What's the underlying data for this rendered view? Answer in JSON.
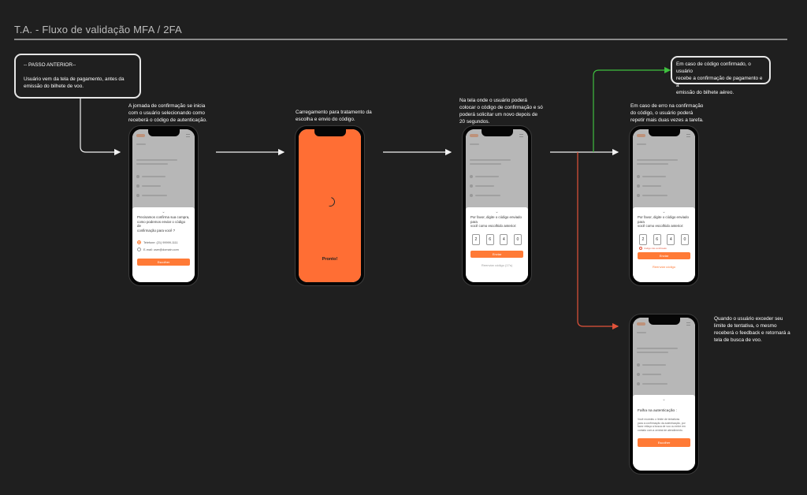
{
  "title": "T.A. - Fluxo de validação MFA / 2FA",
  "colors": {
    "background": "#1f1f1f",
    "accent_orange": "#ff7a36",
    "success_green": "#3fbf3f",
    "error_red": "#e2533a"
  },
  "previous_step": {
    "label": "-- PASSO ANTERIOR--",
    "lines": [
      "Usuário vem da tela de pagamento, antes da",
      "emissão do bilhete de voo."
    ]
  },
  "confirmed_note": {
    "lines": [
      "Em caso de código confirmado, o usuário",
      "recebe a confirmação de pagamento e a",
      "emissão do bilhete aéreo."
    ]
  },
  "captions": {
    "step1": [
      "A jornada de confirmação se inicia",
      "com o usuário selecionando como",
      "receberá o código de autenticação."
    ],
    "step2": [
      "Carregamento para tratamento da",
      "escolha e envio do código."
    ],
    "step3": [
      "Na tela onde o usuário poderá",
      "colocar o código de confirmação e só",
      "poderá solicitar um novo depois de",
      "20 segundos."
    ],
    "step4": [
      "Em caso de erro na confirmação",
      "do código, o usuário poderá",
      "repetir mais duas vezes a tarefa."
    ],
    "step5": [
      "Quando o usuário exceder seu",
      "limite de tentativa, o mesmo",
      "receberá o feedback e retornará a",
      "tela de busca de voo."
    ]
  },
  "screens": {
    "choose": {
      "message": [
        "Precisamos confirma sua compra,",
        "como podemos enviar o código de",
        "confirmação para você ?"
      ],
      "options": [
        "Telefone: (21) 99999-1111",
        "E-mail: user@domain.com"
      ],
      "selected_index": 0,
      "button": "Escolher"
    },
    "loading": {
      "text": "Pronto!"
    },
    "code": {
      "message": [
        "Por favor, digite o código enviado para",
        "você como escolhido anterior:"
      ],
      "digits": [
        "2",
        "6",
        "4",
        "0"
      ],
      "button": "Enviar",
      "resend": "Reenviar código (17s)"
    },
    "code_error": {
      "message": [
        "Por favor, digite o código enviado para",
        "você como escolhido anterior:"
      ],
      "digits": [
        "2",
        "6",
        "4",
        "0"
      ],
      "error": "Código não confirmado",
      "button": "Enviar",
      "resend": "Reenviar código"
    },
    "failure": {
      "title": "Falha na autenticação :",
      "body": [
        "Você excedeu o limite de tentativas",
        "para a confirmação da autenticação, por",
        "favor refaça a busca de voo ou entre em",
        "contato com a central de atendimento."
      ],
      "button": "Escolher"
    }
  }
}
